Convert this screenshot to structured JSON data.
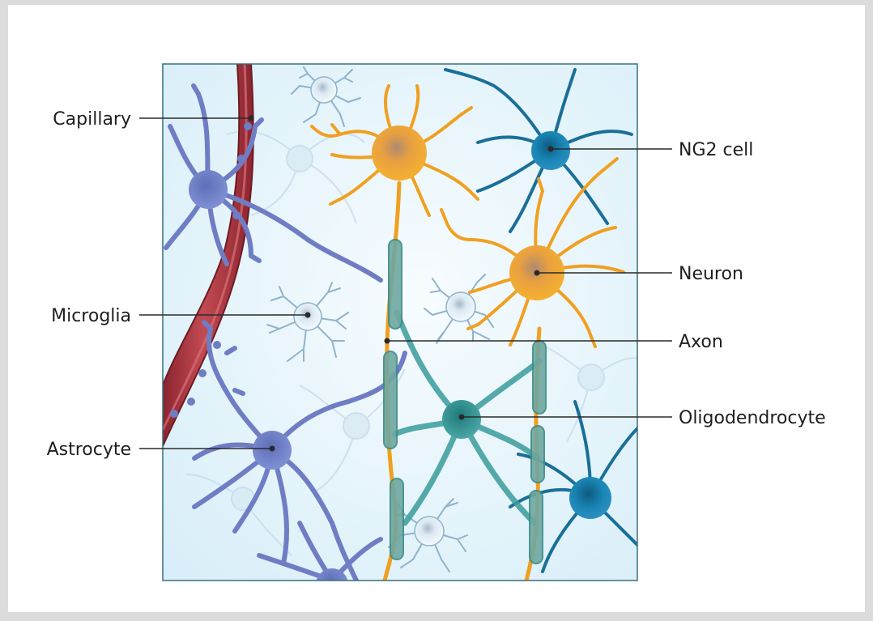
{
  "labels": {
    "capillary": "Capillary",
    "microglia": "Microglia",
    "astrocyte": "Astrocyte",
    "ng2_cell": "NG2 cell",
    "neuron": "Neuron",
    "axon": "Axon",
    "oligodendrocyte": "Oligodendrocyte"
  },
  "colors": {
    "background": "#eaf6fb",
    "frame": "#3a6f80",
    "capillary": "#a8343d",
    "astrocyte": "#6f7dc4",
    "microglia": "#cfe3f0",
    "neuron": "#f0a020",
    "ng2_cell": "#1a78a4",
    "oligodendrocyte": "#3a9c9c",
    "leader_line": "#2a2a2a"
  }
}
